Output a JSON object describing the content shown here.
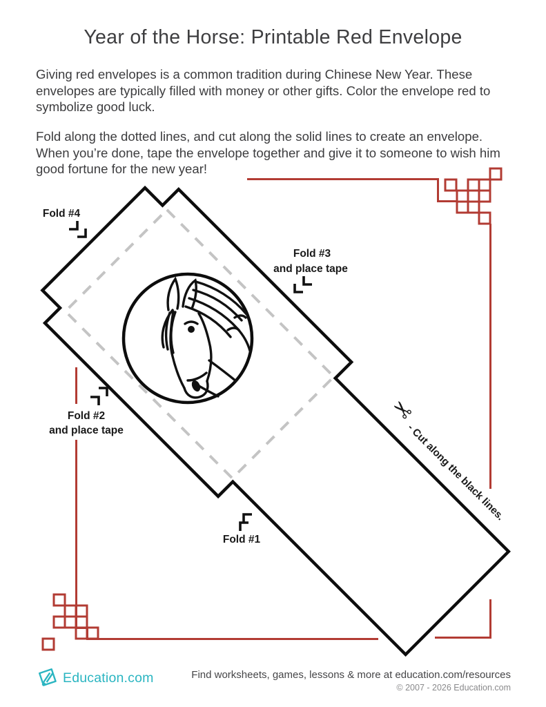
{
  "title": "Year of the Horse: Printable Red Envelope",
  "intro": {
    "p1": "Giving red envelopes is a common tradition during Chinese New Year.  These envelopes are typically filled with money or other gifts. Color the envelope red to symbolize good luck.",
    "p2": "Fold along the dotted lines, and cut along the solid lines to create an envelope. When you’re done, tape the envelope together and give it to someone to wish him good fortune for the new year!"
  },
  "diagram": {
    "fold4": {
      "label": "Fold #4"
    },
    "fold3": {
      "label": "Fold #3",
      "sub": "and place tape"
    },
    "fold2": {
      "label": "Fold #2",
      "sub": "and place tape"
    },
    "fold1": {
      "label": "Fold #1"
    },
    "scissors_icon": "✂",
    "cut_note": "- Cut along the black lines.",
    "colors": {
      "accent_red": "#b23b33",
      "line_black": "#0d0d0d",
      "dash_gray": "#c4c4c4"
    }
  },
  "footer": {
    "logo_text": "Education.com",
    "logo_color": "#2ab5c1",
    "tagline": "Find worksheets, games, lessons & more at education.com/resources",
    "copyright": "© 2007 - 2026 Education.com"
  }
}
